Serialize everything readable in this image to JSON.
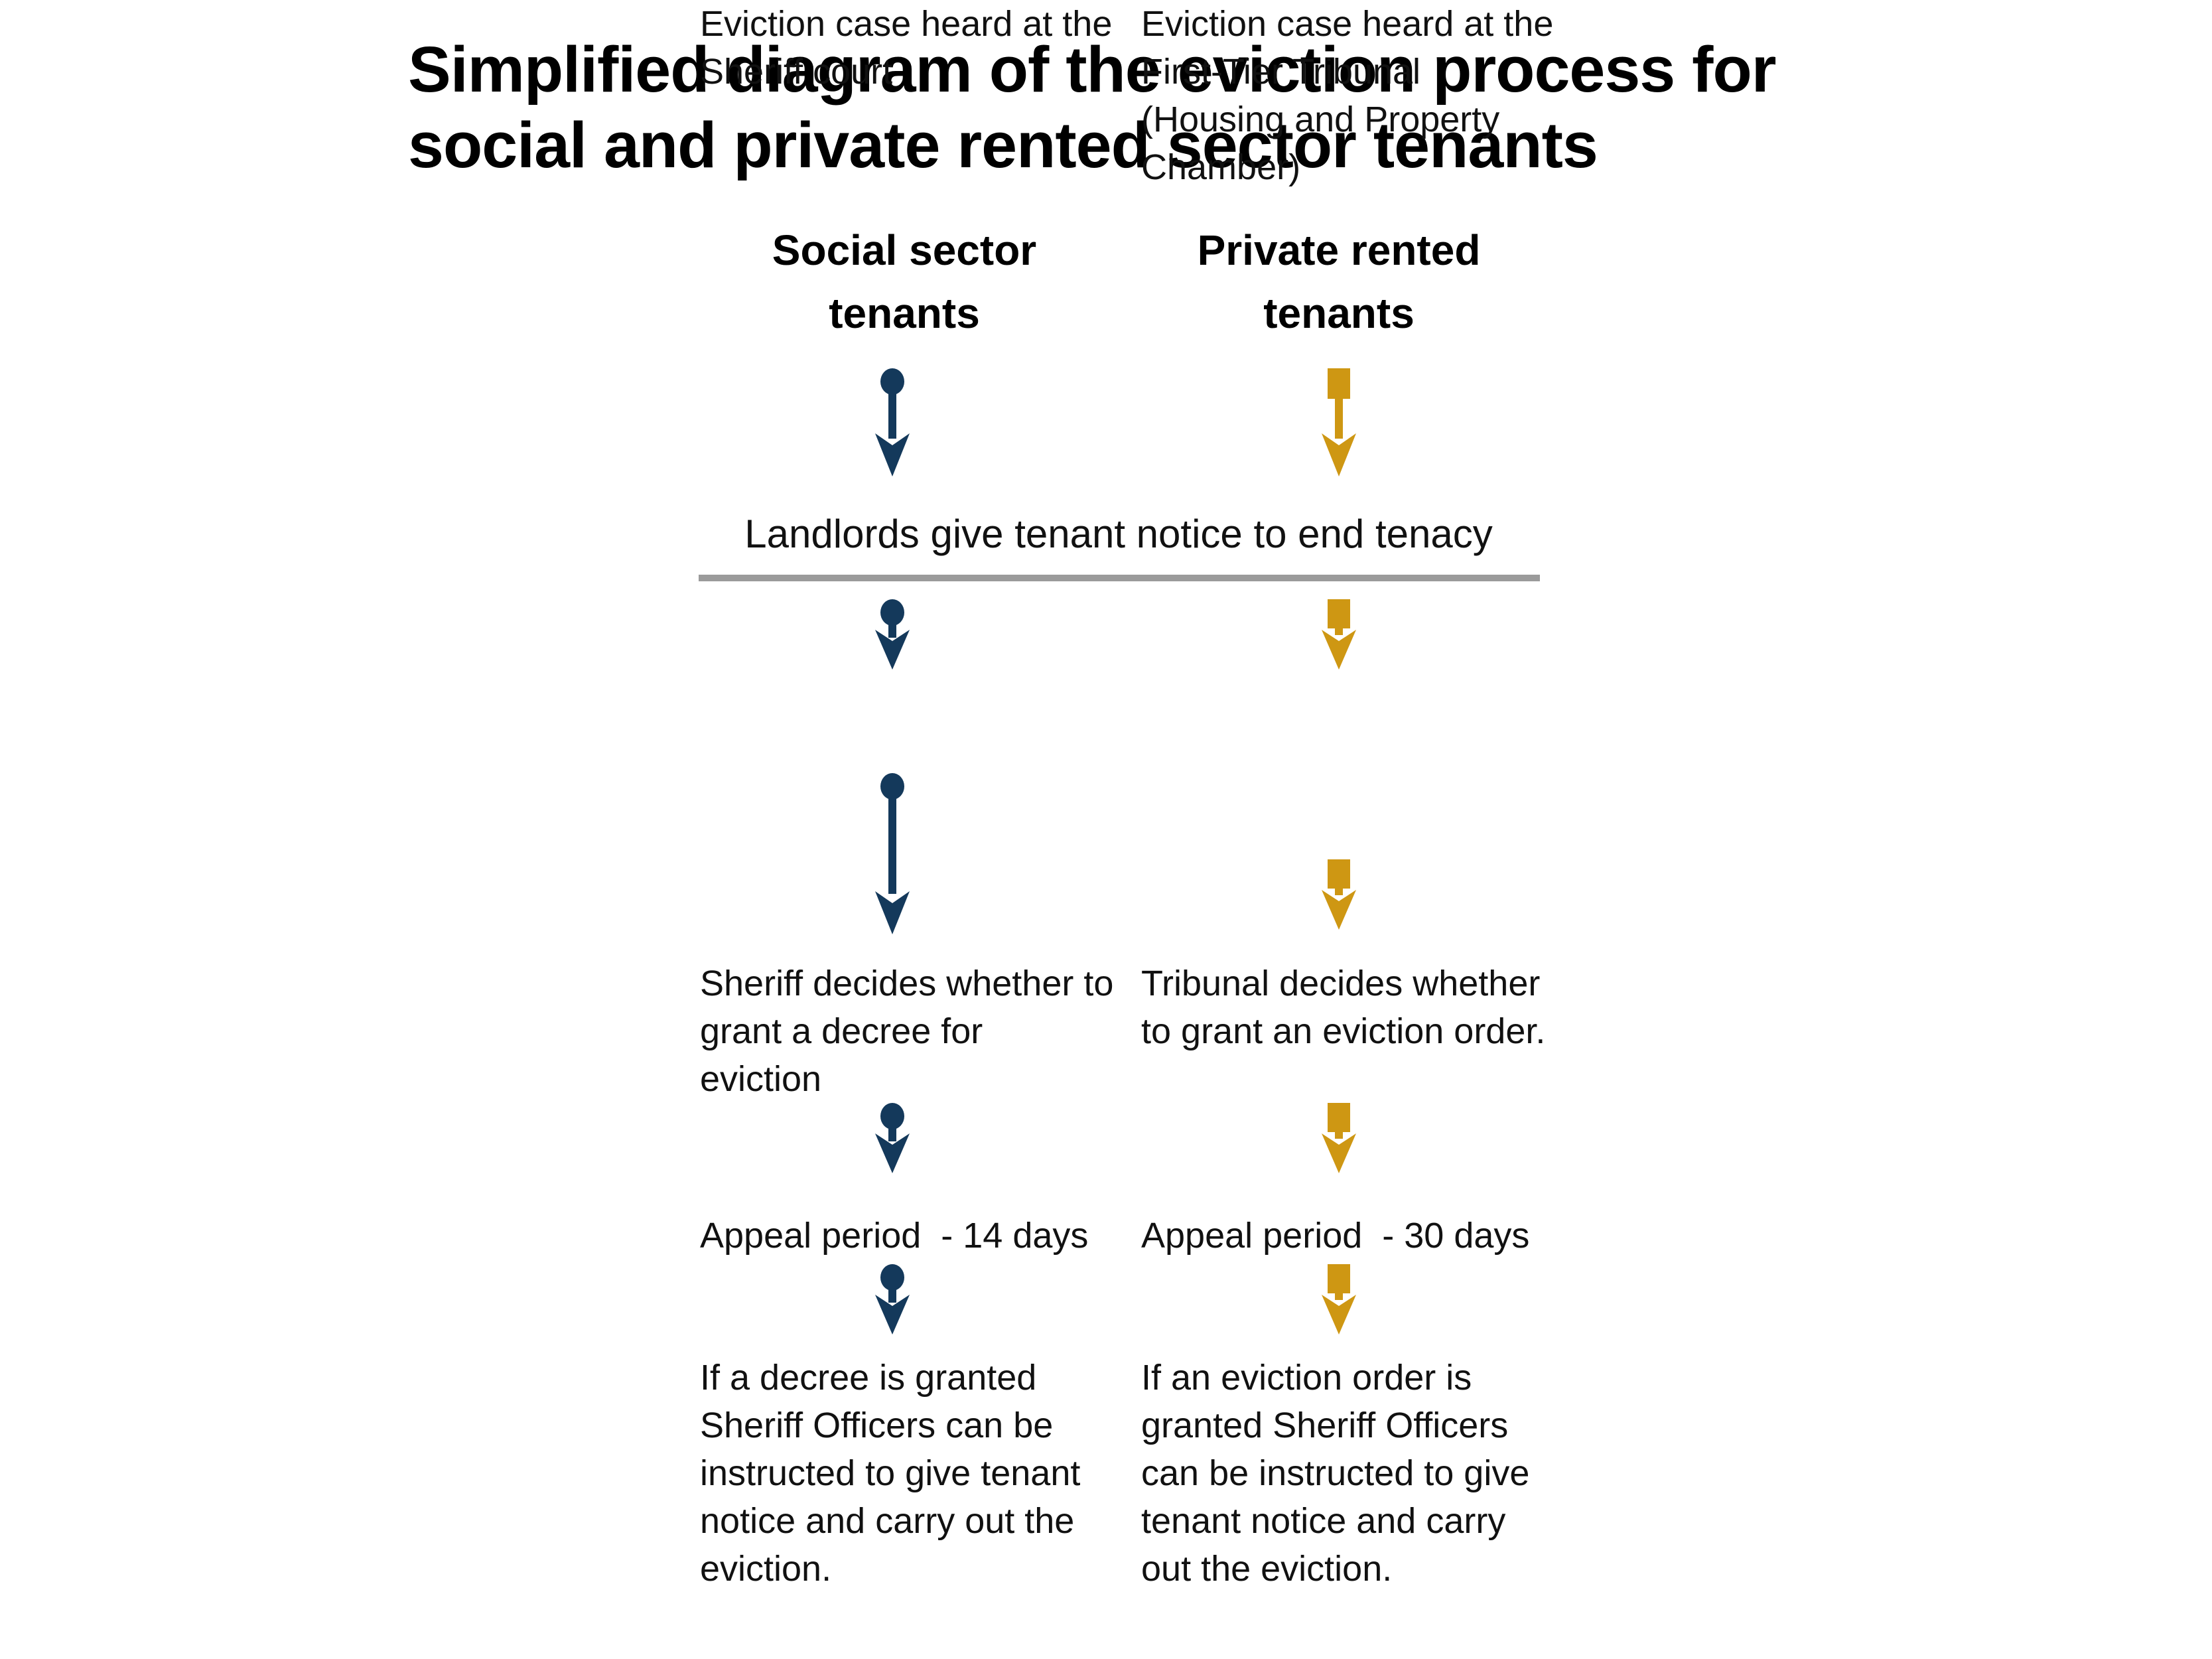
{
  "title": {
    "lines": [
      "Simplified diagram of the eviction process for",
      "social and private rented sector tenants"
    ]
  },
  "colors": {
    "social": "#14395B",
    "private": "#CE9713",
    "divider": "#9B9B9B",
    "text": "#111111"
  },
  "headers": {
    "social": {
      "lines": [
        "Social sector",
        "tenants"
      ]
    },
    "private": {
      "lines": [
        "Private rented",
        "tenants"
      ]
    }
  },
  "shared": {
    "notice": "Landlords give tenant notice to end tenacy"
  },
  "social_column": {
    "marker_shape": "circle",
    "steps": [
      {
        "lines": [
          "Eviction case heard at the",
          "Sheriff court"
        ]
      },
      {
        "lines": [
          "Sheriff decides whether to",
          "grant a decree for",
          "eviction"
        ]
      },
      {
        "lines": [
          "Appeal period  - 14 days"
        ]
      },
      {
        "lines": [
          "If a decree is granted",
          "Sheriff Officers can be",
          "instructed to give tenant",
          "notice and carry out the",
          "eviction."
        ]
      }
    ]
  },
  "private_column": {
    "marker_shape": "square",
    "steps": [
      {
        "lines": [
          "Eviction case heard at the",
          "First-Tier Tribunal",
          "(Housing and Property",
          "Chamber)"
        ]
      },
      {
        "lines": [
          "Tribunal decides whether",
          "to grant an eviction order."
        ]
      },
      {
        "lines": [
          "Appeal period  - 30 days"
        ]
      },
      {
        "lines": [
          "If an eviction order is",
          "granted Sheriff Officers",
          "can be instructed to give",
          "tenant notice and carry",
          "out the eviction."
        ]
      }
    ]
  }
}
